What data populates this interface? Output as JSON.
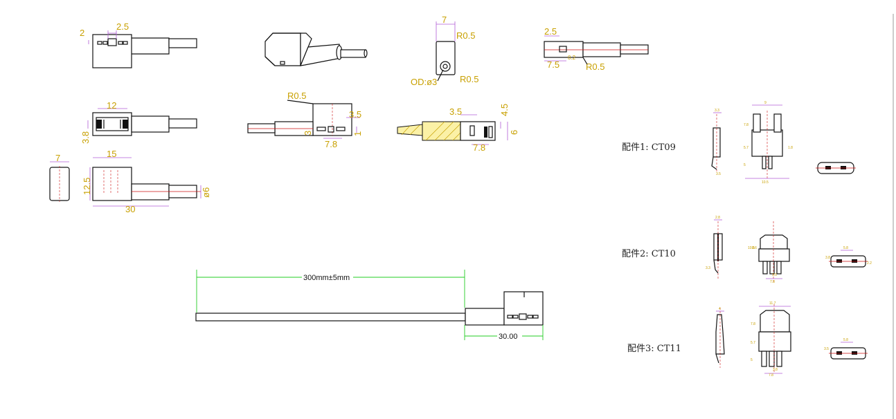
{
  "views": {
    "top_left": {
      "d_2": "2",
      "d_2_5": "2.5"
    },
    "mid_left": {
      "d_12": "12",
      "d_3_8": "3.8"
    },
    "bottom_left": {
      "d_7": "7",
      "d_15": "15",
      "d_12_5": "12.5",
      "d_30": "30",
      "d_od6": "ø6"
    },
    "iso": {},
    "side_mid": {
      "d_r0_5": "R0.5",
      "d_3": "3",
      "d_7_8": "7.8",
      "d_3_5": "3.5",
      "d_1": "1"
    },
    "end_view": {
      "d_7": "7",
      "d_r0_5_top": "R0.5",
      "d_r0_5_bot": "R0.5",
      "d_od": "OD:ø3"
    },
    "top_right": {
      "d_2_5": "2.5",
      "d_7_5": "7.5",
      "d_r0_5": "R0.5",
      "d_small": "0.2"
    },
    "section": {
      "d_3_5": "3.5",
      "d_4_5": "4.5",
      "d_6": "6",
      "d_7_8": "7.8"
    },
    "length_view": {
      "d_total": "300mm±5mm",
      "d_head": "30.00"
    }
  },
  "accessories": [
    {
      "label": "配件1: CT09",
      "dims": [
        "3.3",
        "9",
        "7.8",
        "5.7",
        "1.8",
        "3.5",
        "10.5",
        "5"
      ]
    },
    {
      "label": "配件2: CT10",
      "dims": [
        "2.8",
        "10.5",
        "8.6",
        "3.5",
        "3.3",
        "7.8",
        "5.8",
        "3.8",
        "2.2"
      ]
    },
    {
      "label": "配件3: CT11",
      "dims": [
        "4",
        "11.7",
        "7.8",
        "5.7",
        "5",
        "3.8",
        "7.8",
        "5.8",
        "3.5"
      ]
    }
  ]
}
